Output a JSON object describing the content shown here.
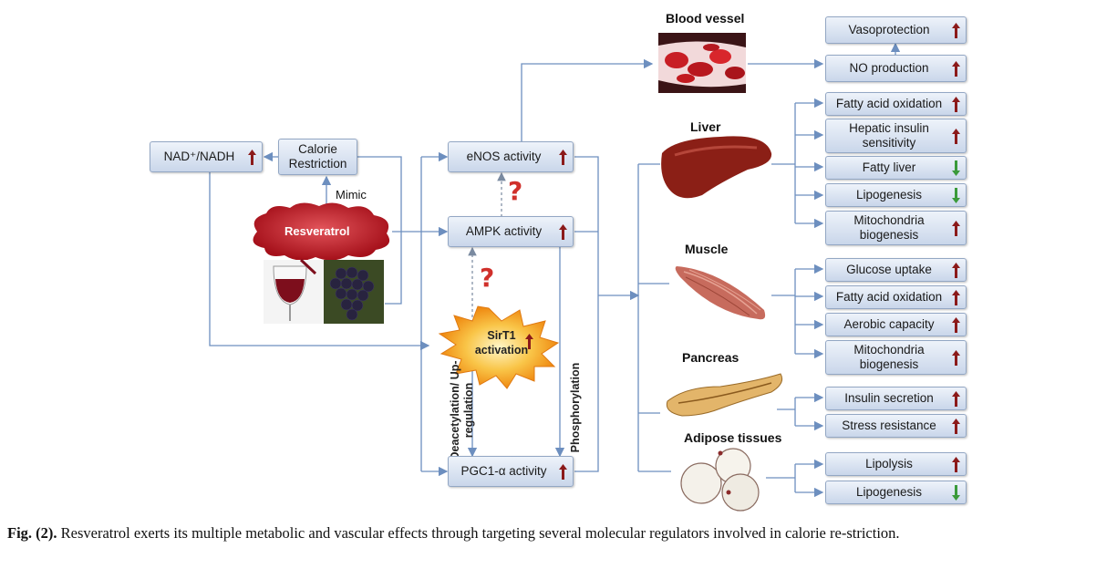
{
  "nodes": {
    "nad": "NAD⁺/NADH",
    "calorie": "Calorie Restriction",
    "resveratrol": "Resveratrol",
    "enos": "eNOS activity",
    "ampk": "AMPK activity",
    "sirt1": "SirT1 activation",
    "pgc1": "PGC1-α activity"
  },
  "labels": {
    "mimic": "Mimic",
    "deacetylation": "Deacetylation/ Up-regulation",
    "phosphorylation": "Phosphorylation",
    "question": "?"
  },
  "organs": {
    "blood_vessel": "Blood vessel",
    "liver": "Liver",
    "muscle": "Muscle",
    "pancreas": "Pancreas",
    "adipose": "Adipose tissues"
  },
  "effects": {
    "vasoprotection": "Vasoprotection",
    "no_production": "NO production",
    "liver_fao": "Fatty acid oxidation",
    "hepatic_insulin": "Hepatic insulin sensitivity",
    "fatty_liver": "Fatty liver",
    "liver_lipogenesis": "Lipogenesis",
    "liver_mito": "Mitochondria biogenesis",
    "glucose_uptake": "Glucose uptake",
    "muscle_fao": "Fatty acid oxidation",
    "aerobic": "Aerobic capacity",
    "muscle_mito": "Mitochondria biogenesis",
    "insulin_secretion": "Insulin secretion",
    "stress_resistance": "Stress resistance",
    "lipolysis": "Lipolysis",
    "adipose_lipogenesis": "Lipogenesis"
  },
  "caption": {
    "label": "Fig. (2).",
    "text": "Resveratrol exerts its multiple metabolic and vascular effects through targeting several molecular regulators involved in calorie re-striction."
  },
  "colors": {
    "up_arrow": "#8b1a1a",
    "down_arrow": "#3a9a3a",
    "connector": "#6d8fbf",
    "resveratrol_cloud": "#c0161d",
    "sirt1_star": "#f5a623",
    "question_mark": "#d0302b"
  }
}
